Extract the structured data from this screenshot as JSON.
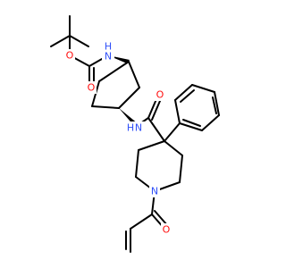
{
  "colors": {
    "bond": "#000000",
    "oxygen": "#ff0d0d",
    "nitrogen": "#3050f8",
    "carbon": "#000000",
    "background": "#ffffff"
  },
  "atoms": [
    {
      "id": "o_boc_carbonyl",
      "symbol": "O",
      "element": "oxygen"
    },
    {
      "id": "o_boc_ester",
      "symbol": "O",
      "element": "oxygen"
    },
    {
      "id": "n_boc_amide",
      "symbol": "N",
      "element": "nitrogen"
    },
    {
      "id": "h_boc_amide",
      "symbol": "H",
      "element": "nitrogen"
    },
    {
      "id": "o_amide_carbonyl",
      "symbol": "O",
      "element": "oxygen"
    },
    {
      "id": "n_amide",
      "symbol": "N",
      "element": "nitrogen"
    },
    {
      "id": "h_amide",
      "symbol": "H",
      "element": "nitrogen"
    },
    {
      "id": "n_piperidine",
      "symbol": "N",
      "element": "nitrogen"
    },
    {
      "id": "o_acryloyl",
      "symbol": "O",
      "element": "oxygen"
    }
  ]
}
